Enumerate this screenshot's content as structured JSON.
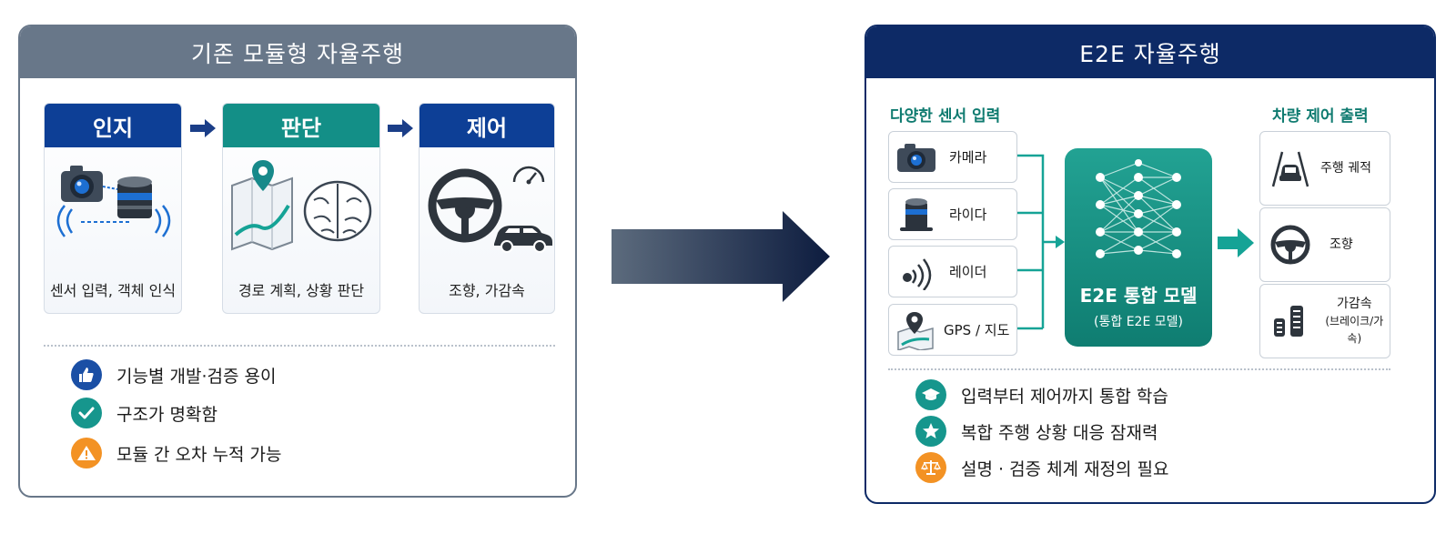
{
  "left_panel": {
    "title": "기존 모듈형 자율주행",
    "stages": [
      {
        "label": "인지",
        "caption": "센서 입력, 객체 인식",
        "color": "#0d3f96"
      },
      {
        "label": "판단",
        "caption": "경로 계획, 상황 판단",
        "color": "#138f87"
      },
      {
        "label": "제어",
        "caption": "조향, 가감속",
        "color": "#0d3f96"
      }
    ],
    "features": [
      {
        "text": "기능별 개발·검증 용이",
        "icon": "thumbs-up-icon",
        "color": "#1a4fa5"
      },
      {
        "text": "구조가 명확함",
        "icon": "check-icon",
        "color": "#16968d"
      },
      {
        "text": "모듈 간 오차 누적 가능",
        "icon": "warning-icon",
        "color": "#f39224"
      }
    ]
  },
  "right_panel": {
    "title": "E2E 자율주행",
    "input_title": "다양한 센서 입력",
    "output_title": "차량 제어 출력",
    "sensors": [
      {
        "label": "카메라",
        "icon": "camera-icon"
      },
      {
        "label": "라이다",
        "icon": "lidar-icon"
      },
      {
        "label": "레이더",
        "icon": "radar-icon"
      },
      {
        "label": "GPS / 지도",
        "icon": "map-pin-icon"
      }
    ],
    "model": {
      "title": "E2E 통합 모델",
      "subtitle": "(통합 E2E 모델)",
      "icon": "neural-network-icon"
    },
    "outputs": [
      {
        "label": "주행 궤적",
        "icon": "car-road-icon"
      },
      {
        "label": "조향",
        "icon": "steering-wheel-icon"
      },
      {
        "label": "가감속",
        "sublabel": "(브레이크/가속)",
        "icon": "pedals-icon"
      }
    ],
    "features": [
      {
        "text": "입력부터 제어까지 통합 학습",
        "icon": "graduation-cap-icon",
        "color": "#16968d"
      },
      {
        "text": "복합 주행 상황 대응 잠재력",
        "icon": "star-icon",
        "color": "#16968d"
      },
      {
        "text": "설명 · 검증 체계 재정의 필요",
        "icon": "balance-scale-icon",
        "color": "#f39224"
      }
    ]
  }
}
